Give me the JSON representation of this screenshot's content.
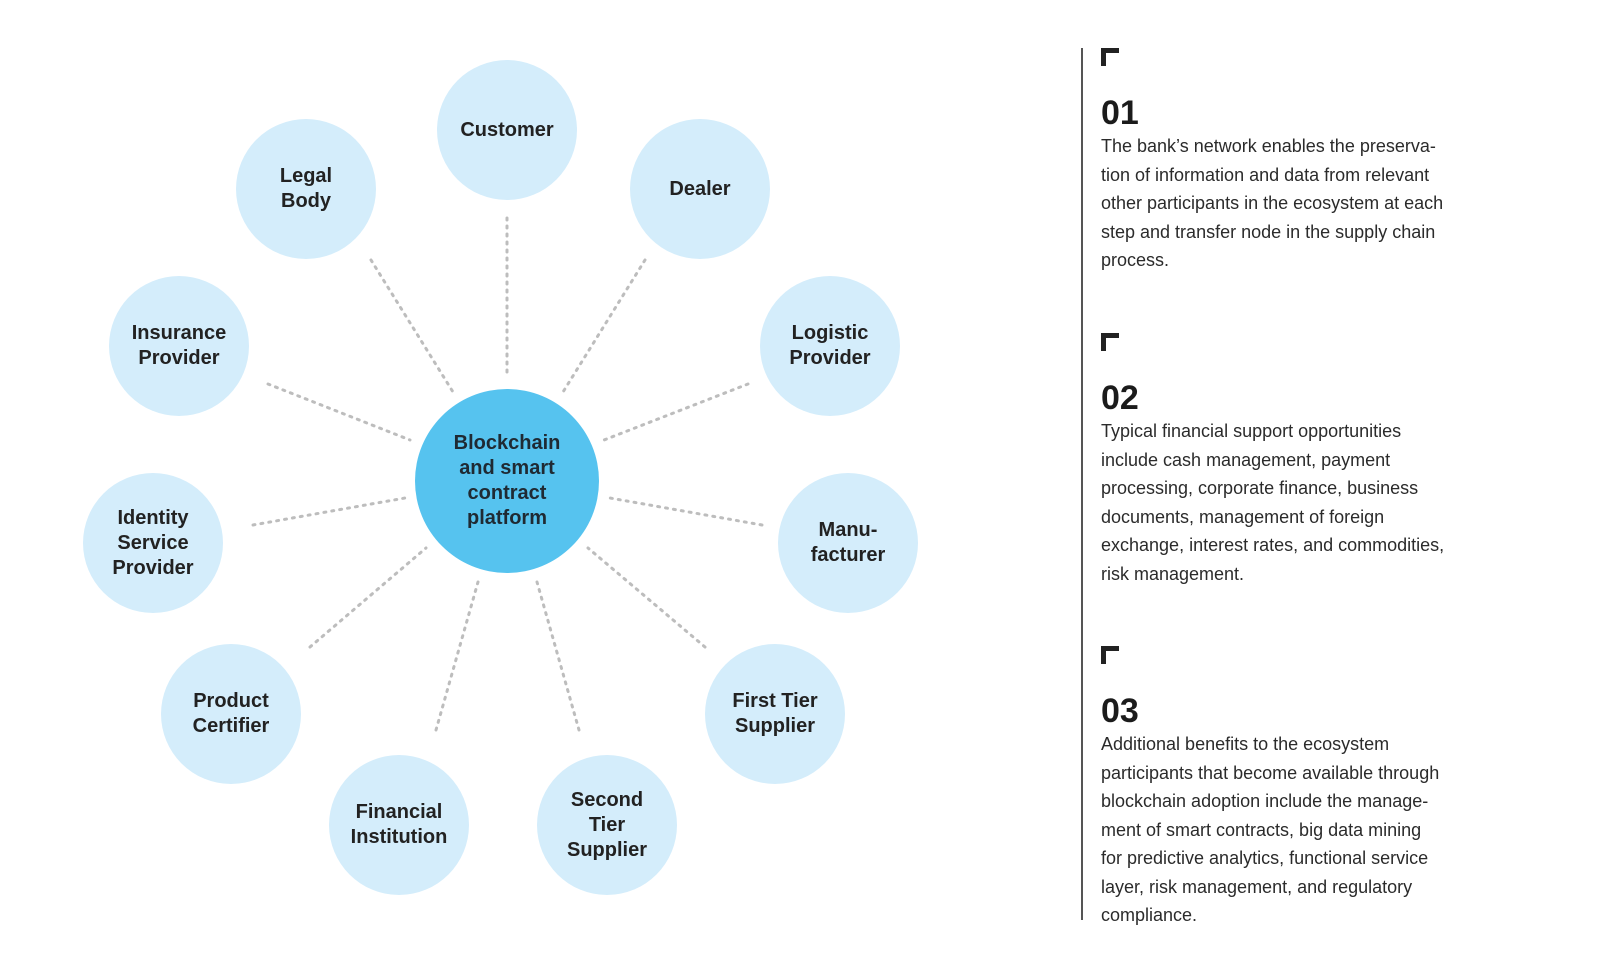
{
  "diagram": {
    "center": "Blockchain\nand smart\ncontract\nplatform",
    "nodes": {
      "customer": "Customer",
      "dealer": "Dealer",
      "legal_body": "Legal\nBody",
      "logistic_provider": "Logistic\nProvider",
      "insurance_provider": "Insurance\nProvider",
      "manufacturer": "Manu-\nfacturer",
      "identity_service_provider": "Identity\nService\nProvider",
      "first_tier_supplier": "First Tier\nSupplier",
      "product_certifier": "Product\nCertifier",
      "second_tier_supplier": "Second\nTier\nSupplier",
      "financial_institution": "Financial\nInstitution"
    },
    "colors": {
      "node": "#d4edfb",
      "center": "#56c3ef",
      "connector": "#bdbdbd"
    }
  },
  "sections": [
    {
      "number": "01",
      "text": "The bank’s network enables the preserva-\ntion of information and data from relevant\nother participants in the ecosystem at each\nstep and transfer node in the supply chain\nprocess."
    },
    {
      "number": "02",
      "text": "Typical financial support opportunities\ninclude cash management, payment\nprocessing, corporate finance, business\ndocuments, management of foreign\nexchange, interest rates, and commodities,\nrisk management."
    },
    {
      "number": "03",
      "text": "Additional benefits to the ecosystem\nparticipants that become available through\nblockchain adoption include the manage-\nment of smart contracts, big data mining\nfor predictive analytics, functional service\nlayer, risk management, and regulatory\ncompliance."
    }
  ]
}
